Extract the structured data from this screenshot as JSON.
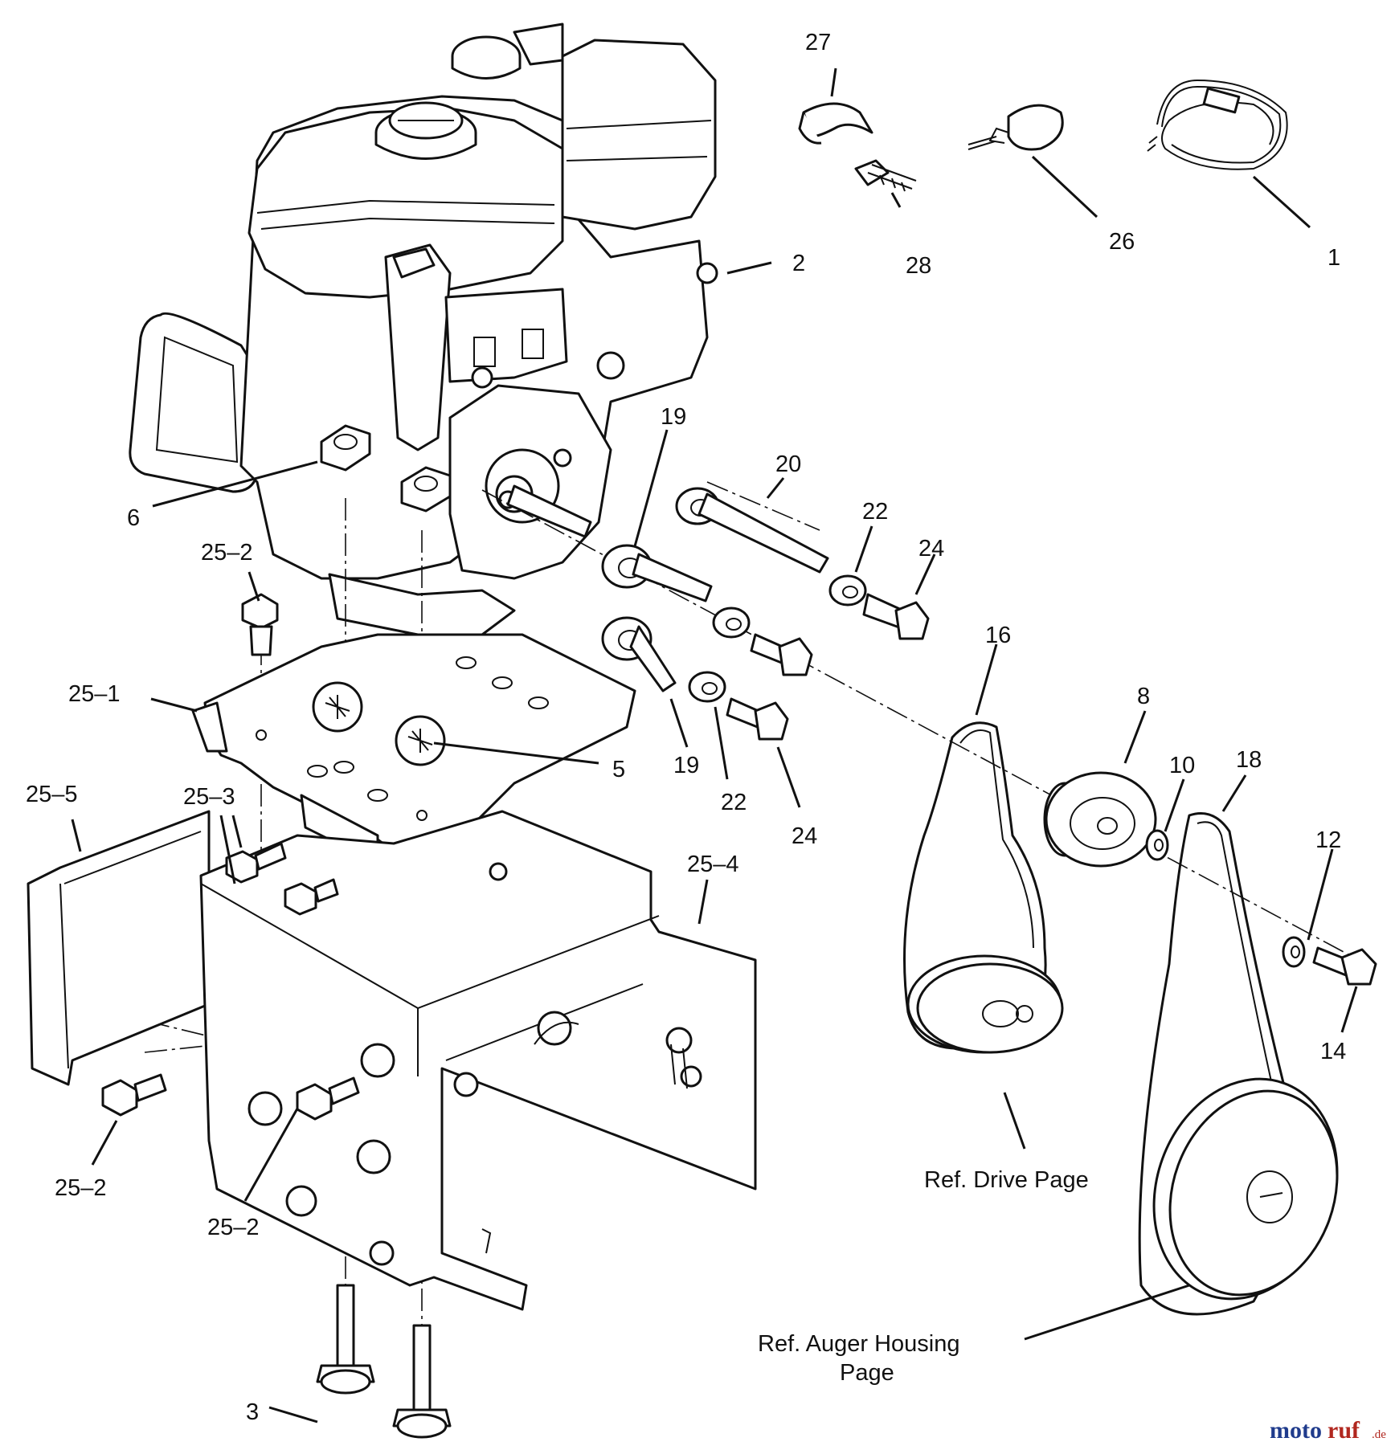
{
  "callouts": {
    "c1": "1",
    "c2": "2",
    "c3": "3",
    "c5": "5",
    "c6": "6",
    "c8": "8",
    "c10": "10",
    "c12": "12",
    "c14": "14",
    "c16": "16",
    "c18": "18",
    "c19a": "19",
    "c19b": "19",
    "c20": "20",
    "c22a": "22",
    "c22b": "22",
    "c24a": "24",
    "c24b": "24",
    "c26": "26",
    "c27": "27",
    "c28": "28",
    "c25_1": "25–1",
    "c25_2a": "25–2",
    "c25_2b": "25–2",
    "c25_2c": "25–2",
    "c25_3": "25–3",
    "c25_4": "25–4",
    "c25_5": "25–5"
  },
  "references": {
    "drive_page": "Ref. Drive Page",
    "auger_line1": "Ref. Auger Housing",
    "auger_line2": "Page"
  },
  "watermark": {
    "part1": "moto",
    "part2": "ruf",
    "part3": ".de"
  }
}
